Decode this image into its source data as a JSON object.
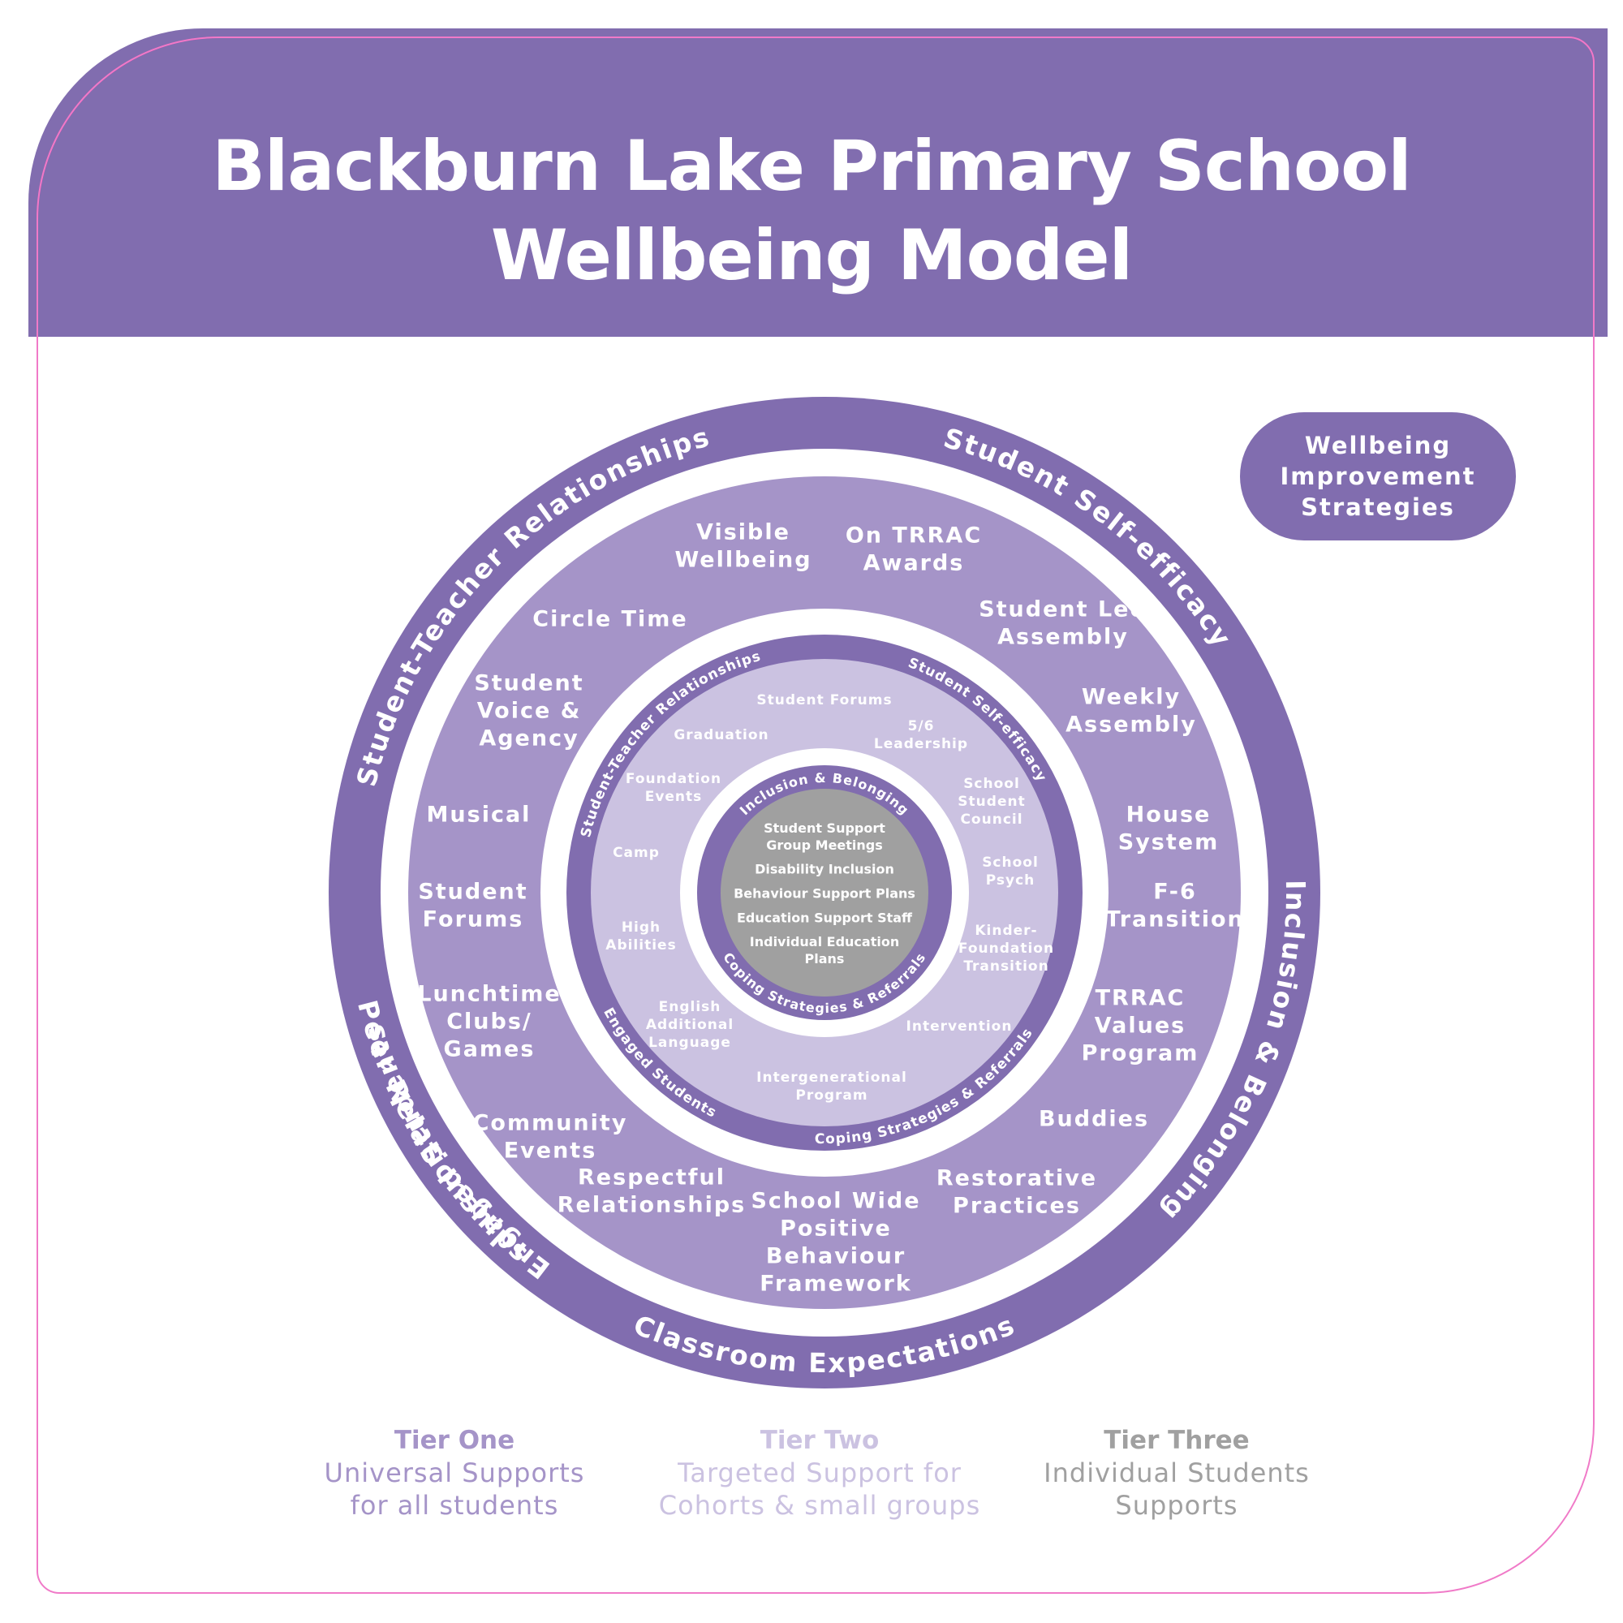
{
  "header": {
    "title_line1": "Blackburn Lake Primary School",
    "title_line2": "Wellbeing Model"
  },
  "badge": {
    "lines": [
      "Wellbeing",
      "Improvement",
      "Strategies"
    ]
  },
  "colors": {
    "primary_purple": "#816daf",
    "tier_one_fill": "#a594c8",
    "tier_two_fill": "#cbc2e1",
    "tier_three_fill": "#a0a0a0",
    "text_white": "#ffffff",
    "frame_pink": "#f07ac8",
    "tier_one_label": "#a594c8",
    "tier_two_label": "#cbc2e1",
    "tier_three_label": "#a0a0a0"
  },
  "diagram": {
    "outer_ring_labels": [
      "Student-Teacher Relationships",
      "Student Self-efficacy",
      "Inclusion & Belonging",
      "Classroom Expectations",
      "Peer Relationships",
      "Engaged Students"
    ],
    "tier_one_items": [
      "Visible\nWellbeing",
      "On TRRAC\nAwards",
      "Circle Time",
      "Student Led\nAssembly",
      "Student\nVoice &\nAgency",
      "Weekly\nAssembly",
      "Musical",
      "House\nSystem",
      "Student\nForums",
      "F-6\nTransition",
      "Lunchtime\nClubs/\nGames",
      "TRRAC\nValues\nProgram",
      "Community\nEvents",
      "Buddies",
      "Respectful\nRelationships",
      "Restorative\nPractices",
      "School Wide\nPositive\nBehaviour\nFramework"
    ],
    "tier_two_ring_labels": [
      "Student-Teacher Relationships",
      "Student Self-efficacy",
      "Coping Strategies & Referrals",
      "Engaged Students"
    ],
    "tier_two_items": [
      "Student Forums",
      "Graduation",
      "5/6\nLeadership",
      "Foundation\nEvents",
      "School\nStudent\nCouncil",
      "Camp",
      "School\nPsych",
      "High\nAbilities",
      "Kinder-\nFoundation\nTransition",
      "English\nAdditional\nLanguage",
      "Intervention",
      "Intergenerational\nProgram"
    ],
    "tier_three_ring_labels": [
      "Inclusion & Belonging",
      "Coping Strategies & Referrals"
    ],
    "tier_three_items": [
      "Student Support\nGroup Meetings",
      "Disability Inclusion",
      "Behaviour Support Plans",
      "Education Support Staff",
      "Individual Education\nPlans"
    ]
  },
  "legend": [
    {
      "title": "Tier One",
      "description": "Universal Supports\nfor all students"
    },
    {
      "title": "Tier Two",
      "description": "Targeted Support for\nCohorts & small groups"
    },
    {
      "title": "Tier Three",
      "description": "Individual Students\nSupports"
    }
  ]
}
